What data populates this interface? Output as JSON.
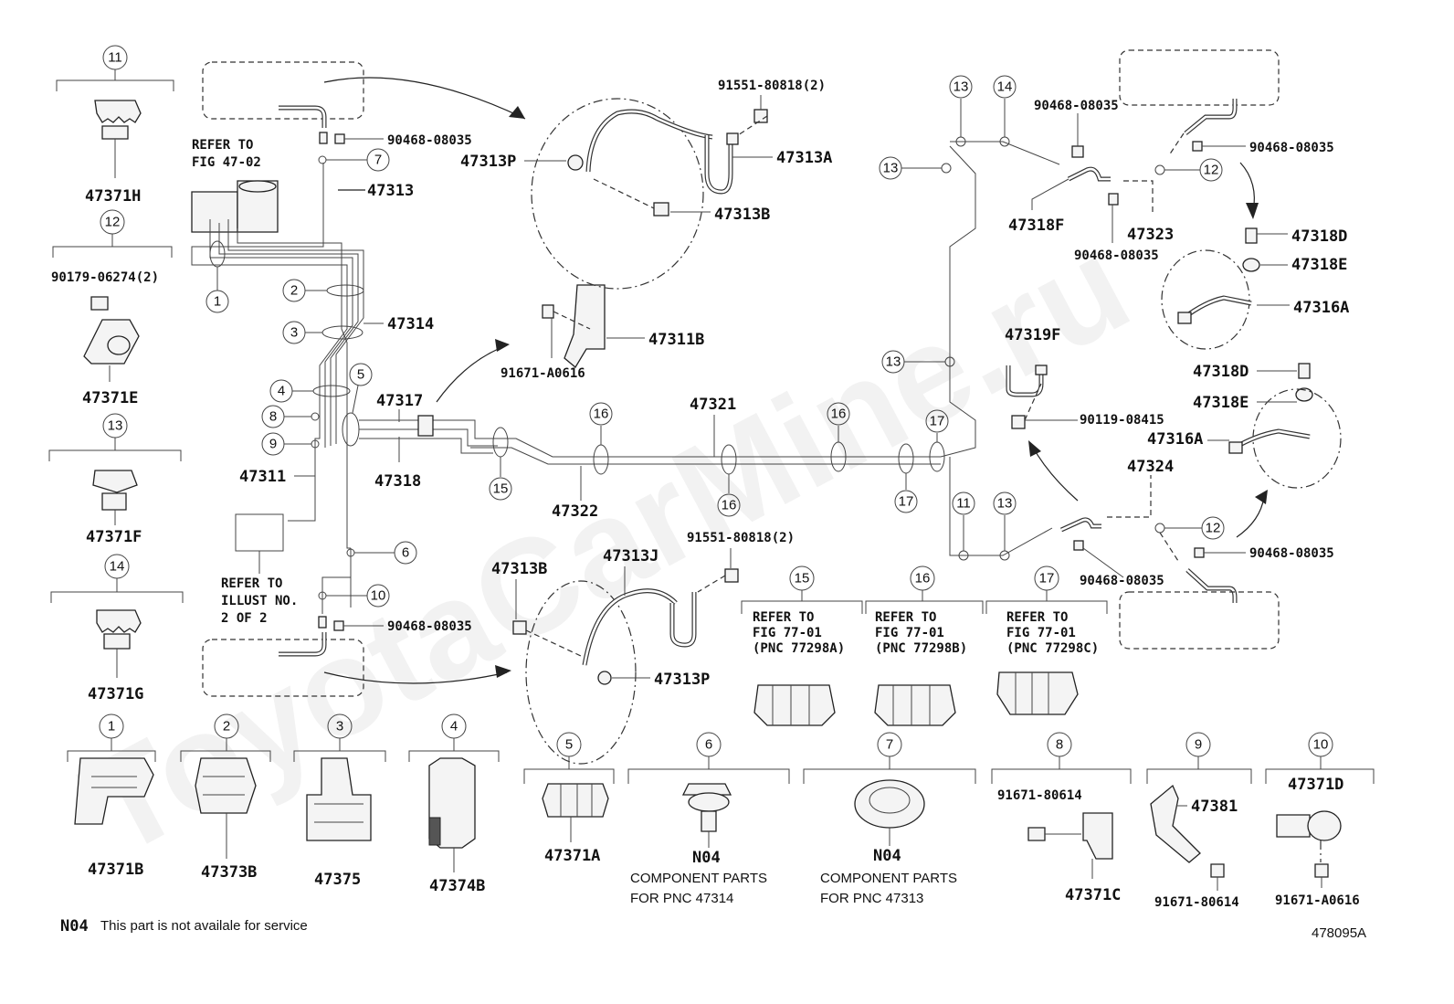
{
  "watermark": "ToyotaCarMine.ru",
  "figure_id": "478095A",
  "note": {
    "code": "N04",
    "text": "This part is not availale for service"
  },
  "refs": {
    "fig4702": [
      "REFER TO",
      "FIG 47-02"
    ],
    "illust": [
      "REFER TO",
      "ILLUST NO.",
      "2 OF 2"
    ],
    "r15": [
      "REFER TO",
      "FIG 77-01",
      "(PNC 77298A)"
    ],
    "r16": [
      "REFER TO",
      "FIG 77-01",
      "(PNC 77298B)"
    ],
    "r17": [
      "REFER TO",
      "FIG 77-01",
      "(PNC 77298C)"
    ]
  },
  "component_notes": {
    "n6": [
      "N04",
      "COMPONENT PARTS",
      "FOR PNC 47314"
    ],
    "n7": [
      "N04",
      "COMPONENT PARTS",
      "FOR PNC 47313"
    ]
  },
  "callouts": [
    "1",
    "2",
    "3",
    "4",
    "5",
    "6",
    "7",
    "8",
    "9",
    "10",
    "11",
    "12",
    "13",
    "14",
    "15",
    "16",
    "17"
  ],
  "part_numbers": {
    "p47371H": "47371H",
    "p90179": "90179-06274(2)",
    "p47371E": "47371E",
    "p47371F": "47371F",
    "p47371G": "47371G",
    "p47371B": "47371B",
    "p47373B": "47373B",
    "p47375": "47375",
    "p47374B": "47374B",
    "p47371A": "47371A",
    "p47371C": "47371C",
    "p91671_80614a": "91671-80614",
    "p47381": "47381",
    "p91671_80614b": "91671-80614",
    "p47371D": "47371D",
    "p91671_A0616b": "91671-A0616",
    "p90468_a": "90468-08035",
    "p47313": "47313",
    "p47314": "47314",
    "p47317": "47317",
    "p47318": "47318",
    "p47311": "47311",
    "p47322": "47322",
    "p47321": "47321",
    "p90468_b": "90468-08035",
    "p91551_a": "91551-80818(2)",
    "p47313P_a": "47313P",
    "p47313A": "47313A",
    "p47313B_a": "47313B",
    "p47311B": "47311B",
    "p91671_A0616a": "91671-A0616",
    "p91551_b": "91551-80818(2)",
    "p47313J": "47313J",
    "p47313B_b": "47313B",
    "p47313P_b": "47313P",
    "p90468_c": "90468-08035",
    "p90468_d": "90468-08035",
    "p47318F": "47318F",
    "p47323": "47323",
    "p90468_e": "90468-08035",
    "p47318D_a": "47318D",
    "p47318E_a": "47318E",
    "p47316A_a": "47316A",
    "p47319F": "47319F",
    "p90119": "90119-08415",
    "p47318D_b": "47318D",
    "p47318E_b": "47318E",
    "p47316A_b": "47316A",
    "p47324": "47324",
    "p90468_f": "90468-08035",
    "p90468_g": "90468-08035"
  }
}
